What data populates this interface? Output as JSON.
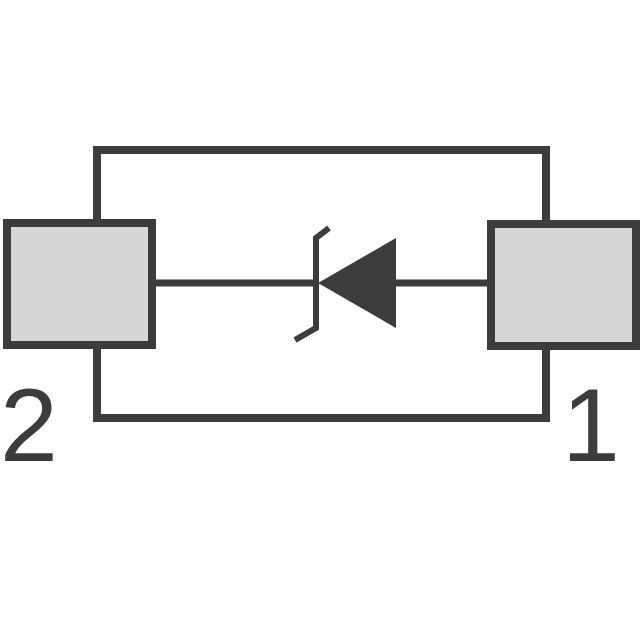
{
  "diagram": {
    "pins": [
      {
        "id": "pin-2",
        "label": "2"
      },
      {
        "id": "pin-1",
        "label": "1"
      }
    ],
    "symbol": "zener-diode",
    "colors": {
      "line": "#3c3c3c",
      "pad_fill": "#d6d6d8",
      "background": "#ffffff"
    }
  }
}
